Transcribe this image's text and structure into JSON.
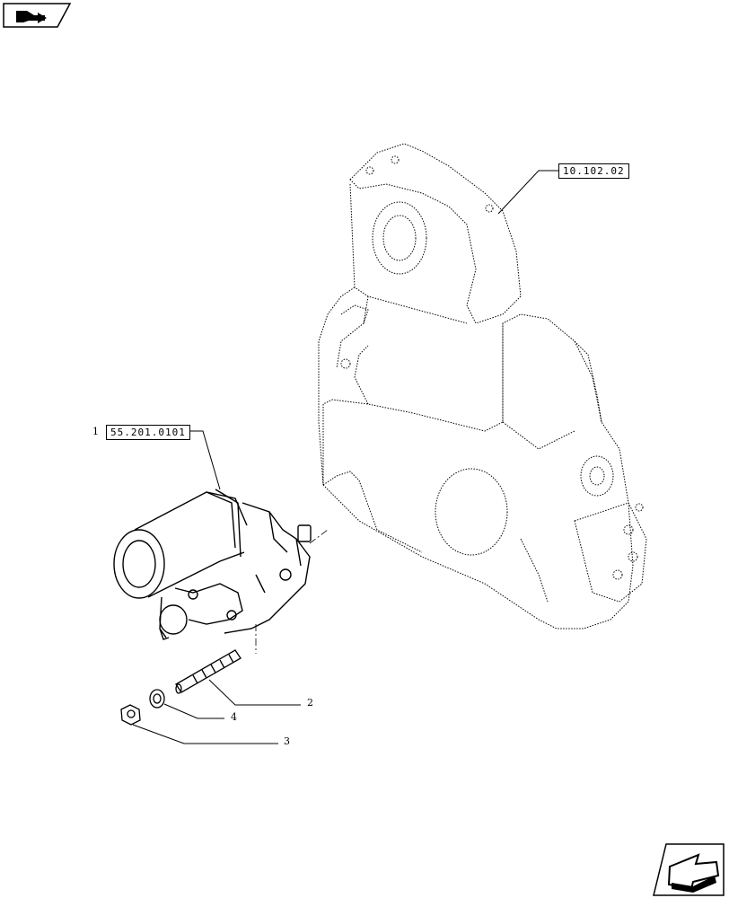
{
  "callouts": {
    "engine_ref": "10.102.02",
    "starter_ref": "55.201.0101"
  },
  "items": {
    "starter": "1",
    "stud": "2",
    "nut": "3",
    "washer": "4"
  },
  "navigation": {
    "prev_icon": "page-back-icon",
    "next_icon": "page-forward-icon"
  }
}
